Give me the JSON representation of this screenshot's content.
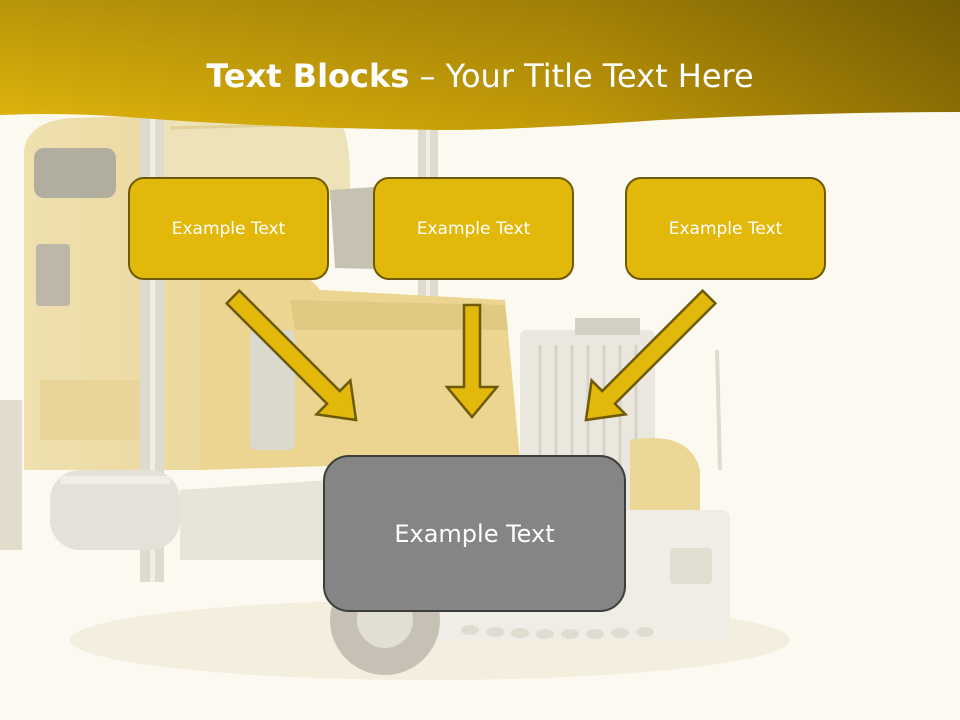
{
  "title": {
    "bold": "Text Blocks",
    "dash": " – ",
    "rest": "Your Title Text Here"
  },
  "blocks": [
    {
      "label": "Example Text"
    },
    {
      "label": "Example Text"
    },
    {
      "label": "Example Text"
    }
  ],
  "center_block": {
    "label": "Example Text"
  },
  "colors": {
    "banner": "#b58f05",
    "block_fill": "#e2b80b",
    "block_border": "#6e5a08",
    "center_fill": "#858585",
    "arrow_fill": "#e2b80b",
    "background": "#fdfaf0"
  }
}
